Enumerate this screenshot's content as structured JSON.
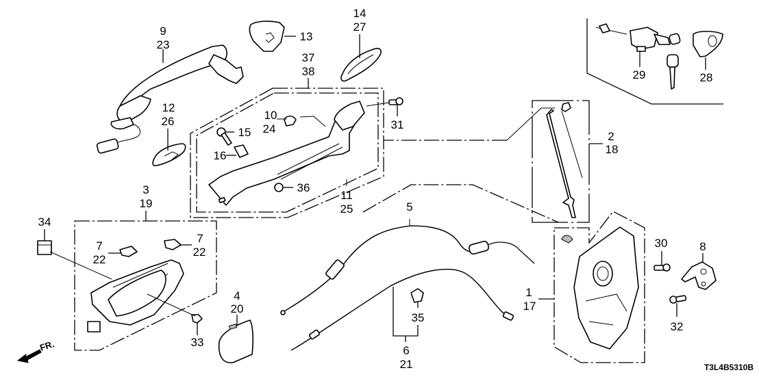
{
  "diagram": {
    "title": "Door lock / handle assembly exploded view",
    "code": "T3L4B5310B",
    "direction_label": "FR.",
    "callouts": [
      {
        "id": "c-9-23",
        "lines": [
          "9",
          "23"
        ]
      },
      {
        "id": "c-13",
        "lines": [
          "13"
        ]
      },
      {
        "id": "c-14-27",
        "lines": [
          "14",
          "27"
        ]
      },
      {
        "id": "c-37-38",
        "lines": [
          "37",
          "38"
        ]
      },
      {
        "id": "c-12-26",
        "lines": [
          "12",
          "26"
        ]
      },
      {
        "id": "c-10-24",
        "lines": [
          "10",
          "24"
        ]
      },
      {
        "id": "c-15",
        "lines": [
          "15"
        ]
      },
      {
        "id": "c-16",
        "lines": [
          "16"
        ]
      },
      {
        "id": "c-36",
        "lines": [
          "36"
        ]
      },
      {
        "id": "c-11-25",
        "lines": [
          "11",
          "25"
        ]
      },
      {
        "id": "c-31",
        "lines": [
          "31"
        ]
      },
      {
        "id": "c-29",
        "lines": [
          "29"
        ]
      },
      {
        "id": "c-28",
        "lines": [
          "28"
        ]
      },
      {
        "id": "c-2-18",
        "lines": [
          "2",
          "18"
        ]
      },
      {
        "id": "c-3-19",
        "lines": [
          "3",
          "19"
        ]
      },
      {
        "id": "c-34",
        "lines": [
          "34"
        ]
      },
      {
        "id": "c-7-22-left",
        "lines": [
          "7",
          "22"
        ]
      },
      {
        "id": "c-7-22-right",
        "lines": [
          "7",
          "22"
        ]
      },
      {
        "id": "c-33",
        "lines": [
          "33"
        ]
      },
      {
        "id": "c-4-20",
        "lines": [
          "4",
          "20"
        ]
      },
      {
        "id": "c-5",
        "lines": [
          "5"
        ]
      },
      {
        "id": "c-35",
        "lines": [
          "35"
        ]
      },
      {
        "id": "c-6-21",
        "lines": [
          "6",
          "21"
        ]
      },
      {
        "id": "c-1-17",
        "lines": [
          "1",
          "17"
        ]
      },
      {
        "id": "c-30",
        "lines": [
          "30"
        ]
      },
      {
        "id": "c-8",
        "lines": [
          "8"
        ]
      },
      {
        "id": "c-32",
        "lines": [
          "32"
        ]
      }
    ]
  }
}
